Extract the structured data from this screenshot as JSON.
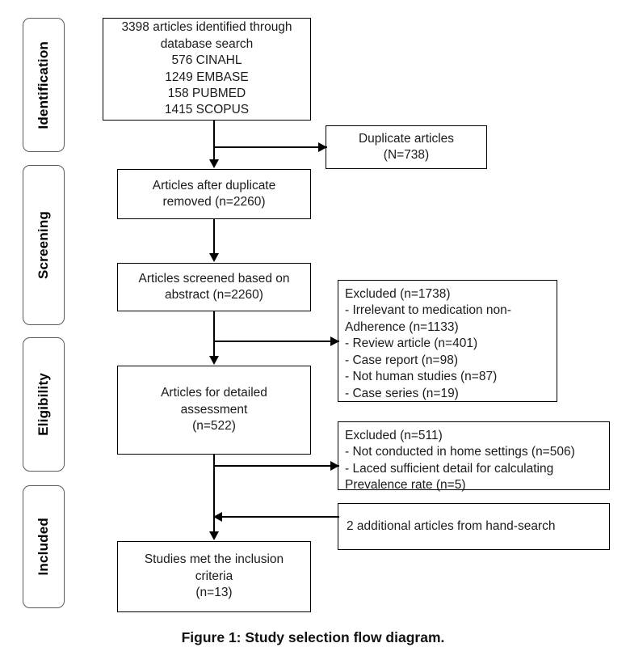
{
  "figure": {
    "caption_label": "Figure 1:",
    "caption_text": " Study selection flow diagram."
  },
  "stages": [
    {
      "id": "identification",
      "label": "Identification"
    },
    {
      "id": "screening",
      "label": "Screening"
    },
    {
      "id": "eligibility",
      "label": "Eligibility"
    },
    {
      "id": "included",
      "label": "Included"
    }
  ],
  "main_flow": [
    {
      "id": "identified",
      "text": "3398 articles identified through\ndatabase search\n576 CINAHL\n1249 EMBASE\n158 PUBMED\n1415 SCOPUS",
      "total": 3398,
      "sources": [
        {
          "name": "CINAHL",
          "count": 576
        },
        {
          "name": "EMBASE",
          "count": 1249
        },
        {
          "name": "PUBMED",
          "count": 158
        },
        {
          "name": "SCOPUS",
          "count": 1415
        }
      ]
    },
    {
      "id": "after-duplicates",
      "text": "Articles after duplicate\nremoved (n=2260)",
      "count": 2260
    },
    {
      "id": "screened-abstract",
      "text": "Articles screened based on\nabstract (n=2260)",
      "count": 2260
    },
    {
      "id": "detailed-assessment",
      "text": "Articles for detailed\nassessment\n(n=522)",
      "count": 522
    },
    {
      "id": "included-studies",
      "text": "Studies met the inclusion\ncriteria\n(n=13)",
      "count": 13
    }
  ],
  "side_boxes": [
    {
      "id": "duplicates",
      "text": "Duplicate articles\n(N=738)",
      "count": 738
    },
    {
      "id": "excluded-abstract",
      "text": "Excluded (n=1738)\n   - Irrelevant to medication non-\n     Adherence (n=1133)\n   - Review article (n=401)\n   - Case report (n=98)\n   - Not human studies (n=87)\n   - Case series (n=19)",
      "total": 1738,
      "reasons": [
        {
          "label": "Irrelevant to medication non-Adherence",
          "count": 1133
        },
        {
          "label": "Review article",
          "count": 401
        },
        {
          "label": "Case report",
          "count": 98
        },
        {
          "label": "Not human studies",
          "count": 87
        },
        {
          "label": "Case series",
          "count": 19
        }
      ]
    },
    {
      "id": "excluded-fulltext",
      "text": "Excluded (n=511)\n   - Not conducted in home settings (n=506)\n   - Laced sufficient detail for calculating\n     Prevalence rate (n=5)",
      "total": 511,
      "reasons": [
        {
          "label": "Not conducted in home settings",
          "count": 506
        },
        {
          "label": "Laced sufficient detail for calculating Prevalence rate",
          "count": 5
        }
      ]
    },
    {
      "id": "hand-search",
      "text": "2 additional articles from hand-search",
      "count": 2
    }
  ],
  "colors": {
    "box_border": "#000000",
    "stage_border": "#5a5a5a",
    "text": "#1b1b1b",
    "background": "#ffffff"
  }
}
